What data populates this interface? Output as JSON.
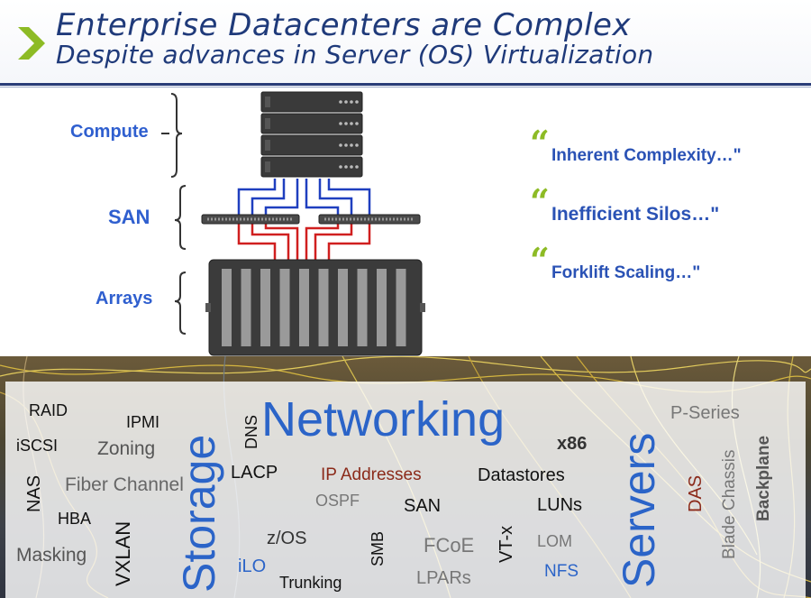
{
  "header": {
    "title": "Enterprise Datacenters are Complex",
    "subtitle": "Despite advances in Server (OS) Virtualization",
    "accent_color": "#8dbb25",
    "title_color": "#1f3a7a",
    "chevron_icon": "chevron-right-icon"
  },
  "diagram": {
    "tiers": [
      {
        "label": "Compute"
      },
      {
        "label": "SAN"
      },
      {
        "label": "Arrays"
      }
    ],
    "link_colors": {
      "fabric_a": "#1f3fbf",
      "fabric_b": "#d01f1f"
    }
  },
  "quotes": [
    {
      "text": "Inherent Complexity…\""
    },
    {
      "text": "Inefficient Silos…\""
    },
    {
      "text": "Forklift Scaling…\""
    }
  ],
  "quote_mark": "“",
  "word_cloud": [
    {
      "text": "RAID"
    },
    {
      "text": "IPMI"
    },
    {
      "text": "iSCSI"
    },
    {
      "text": "Zoning"
    },
    {
      "text": "NAS"
    },
    {
      "text": "Fiber Channel"
    },
    {
      "text": "HBA"
    },
    {
      "text": "Masking"
    },
    {
      "text": "VXLAN"
    },
    {
      "text": "Storage"
    },
    {
      "text": "iLO"
    },
    {
      "text": "DNS"
    },
    {
      "text": "Networking"
    },
    {
      "text": "LACP"
    },
    {
      "text": "z/OS"
    },
    {
      "text": "Trunking"
    },
    {
      "text": "IP Addresses"
    },
    {
      "text": "OSPF"
    },
    {
      "text": "SAN"
    },
    {
      "text": "SMB"
    },
    {
      "text": "FCoE"
    },
    {
      "text": "LPARs"
    },
    {
      "text": "Datastores"
    },
    {
      "text": "x86"
    },
    {
      "text": "LUNs"
    },
    {
      "text": "VT-x"
    },
    {
      "text": "LOM"
    },
    {
      "text": "NFS"
    },
    {
      "text": "Servers"
    },
    {
      "text": "P-Series"
    },
    {
      "text": "DAS"
    },
    {
      "text": "Blade Chassis"
    },
    {
      "text": "Backplane"
    }
  ]
}
